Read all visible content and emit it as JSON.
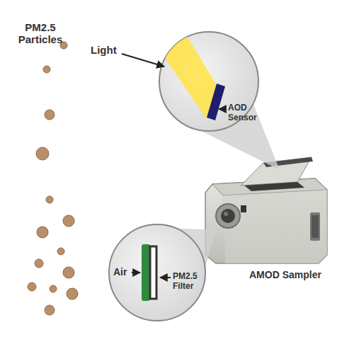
{
  "diagram": {
    "labels": [
      "PM2.5 Particles",
      "Light",
      "AOD Sensor",
      "Air",
      "PM2.5 Filter",
      "AMOD Sampler"
    ]
  }
}
